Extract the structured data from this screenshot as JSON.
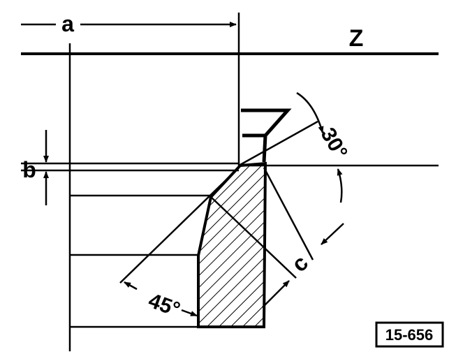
{
  "labels": {
    "a": "a",
    "b": "b",
    "c": "c",
    "z": "Z",
    "angle_30": "30°",
    "angle_45": "45°"
  },
  "reference": "15-656",
  "colors": {
    "ink": "#000000",
    "paper": "#ffffff"
  }
}
